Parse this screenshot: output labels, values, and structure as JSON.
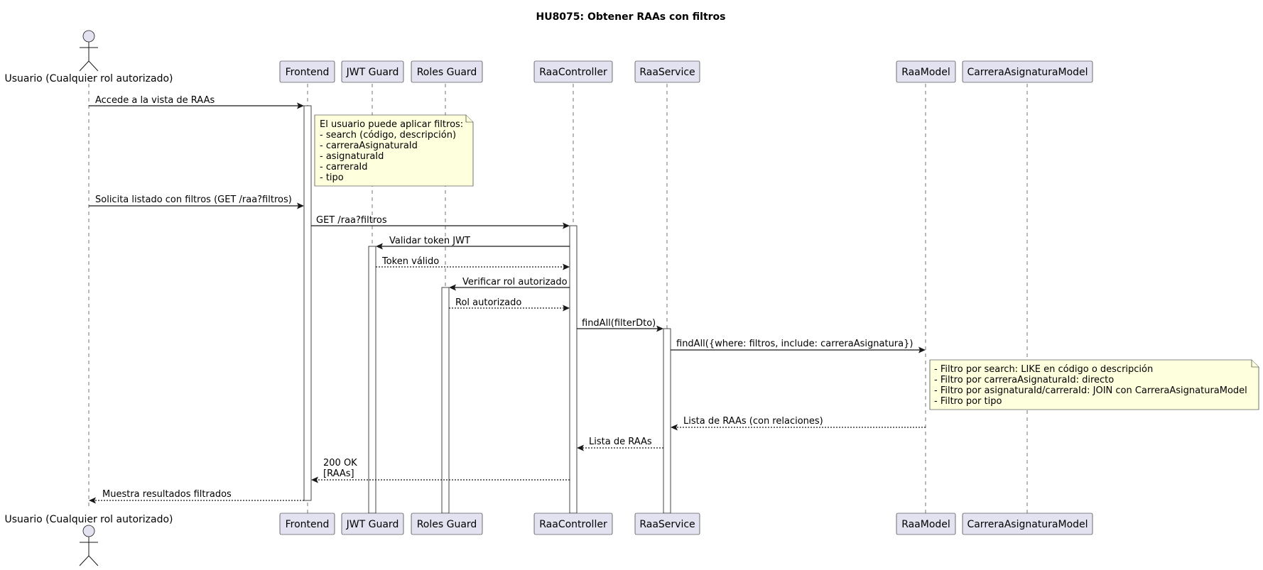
{
  "diagram": {
    "title": "HU8075: Obtener RAAs con filtros",
    "participants": [
      {
        "id": "usuario",
        "label": "Usuario (Cualquier rol autorizado)",
        "kind": "actor"
      },
      {
        "id": "frontend",
        "label": "Frontend",
        "kind": "participant"
      },
      {
        "id": "jwt",
        "label": "JWT Guard",
        "kind": "participant"
      },
      {
        "id": "roles",
        "label": "Roles Guard",
        "kind": "participant"
      },
      {
        "id": "controller",
        "label": "RaaController",
        "kind": "participant"
      },
      {
        "id": "service",
        "label": "RaaService",
        "kind": "participant"
      },
      {
        "id": "model",
        "label": "RaaModel",
        "kind": "participant"
      },
      {
        "id": "carrera",
        "label": "CarreraAsignaturaModel",
        "kind": "participant"
      }
    ],
    "messages": [
      {
        "from": "usuario",
        "to": "frontend",
        "lines": [
          "Accede a la vista de RAAs"
        ],
        "type": "sync"
      },
      {
        "from": "usuario",
        "to": "frontend",
        "lines": [
          "Solicita listado con filtros (GET /raa?filtros)"
        ],
        "type": "sync"
      },
      {
        "from": "frontend",
        "to": "controller",
        "lines": [
          "GET /raa?filtros"
        ],
        "type": "sync"
      },
      {
        "from": "controller",
        "to": "jwt",
        "lines": [
          "Validar token JWT"
        ],
        "type": "sync"
      },
      {
        "from": "jwt",
        "to": "controller",
        "lines": [
          "Token válido"
        ],
        "type": "return"
      },
      {
        "from": "controller",
        "to": "roles",
        "lines": [
          "Verificar rol autorizado"
        ],
        "type": "sync"
      },
      {
        "from": "roles",
        "to": "controller",
        "lines": [
          "Rol autorizado"
        ],
        "type": "return"
      },
      {
        "from": "controller",
        "to": "service",
        "lines": [
          "findAll(filterDto)"
        ],
        "type": "sync"
      },
      {
        "from": "service",
        "to": "model",
        "lines": [
          "findAll({where: filtros, include: carreraAsignatura})"
        ],
        "type": "sync"
      },
      {
        "from": "model",
        "to": "service",
        "lines": [
          "Lista de RAAs (con relaciones)"
        ],
        "type": "return"
      },
      {
        "from": "service",
        "to": "controller",
        "lines": [
          "Lista de RAAs"
        ],
        "type": "return"
      },
      {
        "from": "controller",
        "to": "frontend",
        "lines": [
          "200 OK",
          "[RAAs]"
        ],
        "type": "return"
      },
      {
        "from": "frontend",
        "to": "usuario",
        "lines": [
          "Muestra resultados filtrados"
        ],
        "type": "return"
      }
    ],
    "notes": [
      {
        "lines": [
          "El usuario puede aplicar filtros:",
          "- search (código, descripción)",
          "- carreraAsignaturaId",
          "- asignaturaId",
          "- carreraId",
          "- tipo"
        ]
      },
      {
        "lines": [
          "- Filtro por search: LIKE en código o descripción",
          "- Filtro por carreraAsignaturaId: directo",
          "- Filtro por asignaturaId/carreraId: JOIN con CarreraAsignaturaModel",
          "- Filtro por tipo"
        ]
      }
    ],
    "colors": {
      "participant_fill": "#E2E2F0",
      "note_fill": "#FEFFDD",
      "line": "#181818"
    }
  }
}
